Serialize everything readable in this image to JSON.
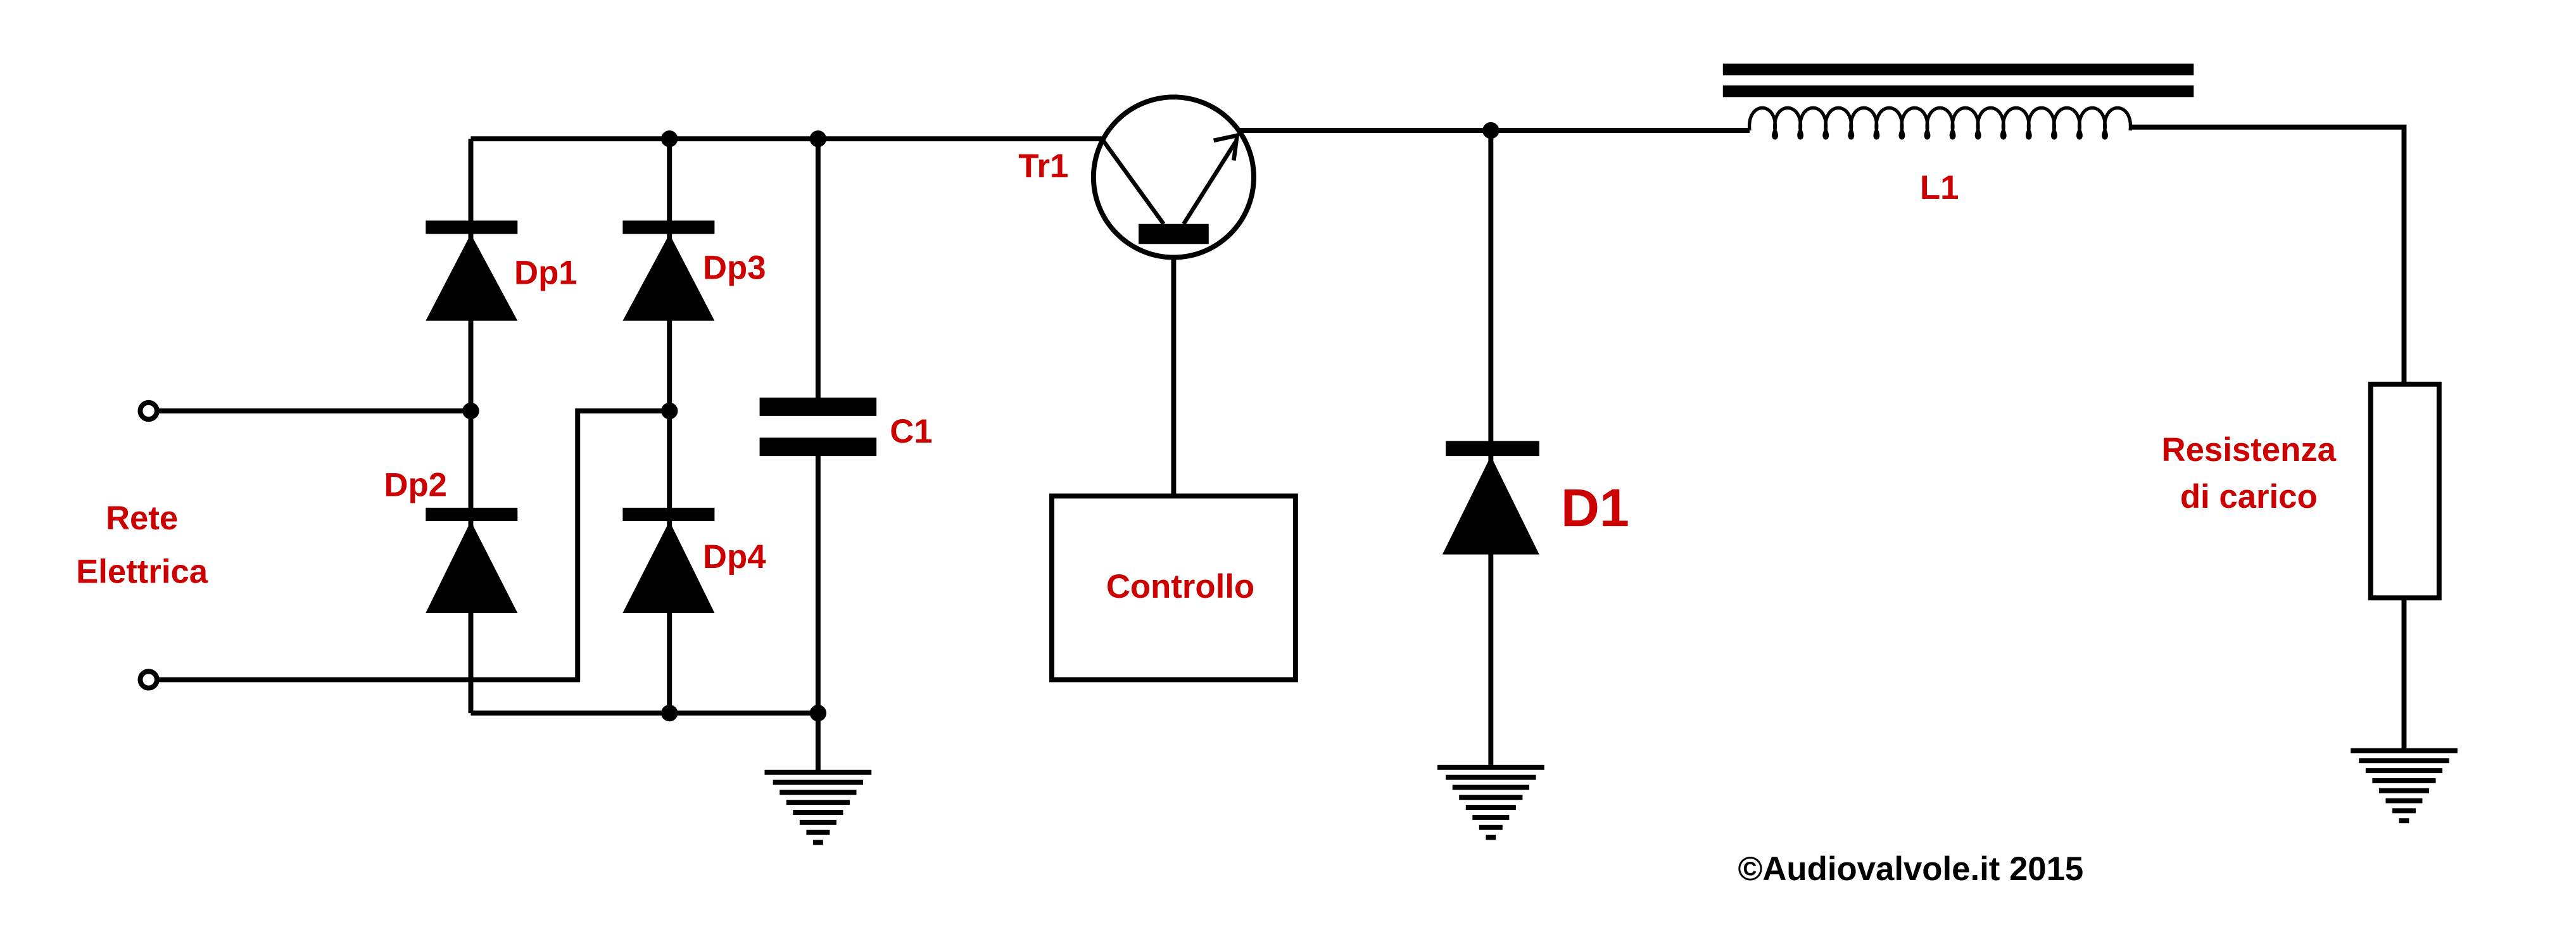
{
  "labels": {
    "rete_line1": "Rete",
    "rete_line2": "Elettrica",
    "dp1": "Dp1",
    "dp2": "Dp2",
    "dp3": "Dp3",
    "dp4": "Dp4",
    "c1": "C1",
    "tr1": "Tr1",
    "controllo": "Controllo",
    "d1": "D1",
    "l1": "L1",
    "resistenza_line1": "Resistenza",
    "resistenza_line2": "di carico",
    "copyright": "©Audiovalvole.it 2015"
  },
  "colors": {
    "wire": "#000000",
    "label": "#cc0000",
    "background": "#ffffff"
  }
}
